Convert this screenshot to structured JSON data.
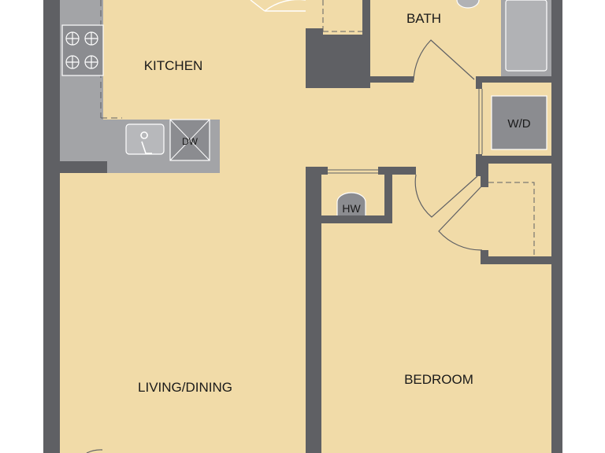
{
  "rooms": {
    "kitchen": "KITCHEN",
    "bath": "BATH",
    "living": "LIVING/DINING",
    "bedroom": "BEDROOM"
  },
  "fixtures": {
    "dishwasher": "DW",
    "washer_dryer": "W/D",
    "water_heater": "HW"
  },
  "colors": {
    "floor": "#f1dba8",
    "wall": "#5f6064",
    "counter": "#a3a4a7",
    "appliance": "#8b8c90",
    "line": "#ffffff"
  }
}
